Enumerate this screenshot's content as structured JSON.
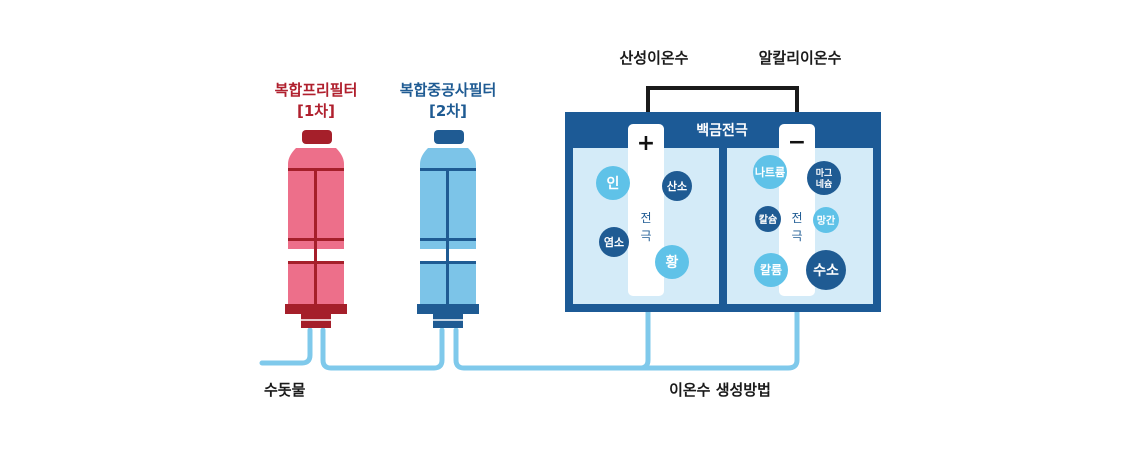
{
  "filters": {
    "first": {
      "name": "복합프리필터",
      "stage": "[1차]"
    },
    "second": {
      "name": "복합중공사필터",
      "stage": "[2차]"
    }
  },
  "tank": {
    "top_label": "백금전극",
    "acid_label": "산성이온수",
    "alkaline_label": "알칼리이온수",
    "plus_sign": "+",
    "minus_sign": "−",
    "electrode_label": [
      "전",
      "극"
    ]
  },
  "left_ions": [
    "인",
    "산소",
    "염소",
    "황"
  ],
  "right_ions": [
    "나트륨",
    "마그\n네슘",
    "칼슘",
    "망간",
    "칼륨",
    "수소"
  ],
  "bottom": {
    "tap_water": "수돗물",
    "caption": "이온수 생성방법"
  },
  "colors": {
    "red_filter": "#ed6f8a",
    "red_dark": "#a51f2a",
    "blue_filter": "#7cc4e8",
    "blue_dark": "#1f5b93",
    "tank_blue": "#1c5a96",
    "water": "#d4ebf8",
    "pipe": "#7fc9eb",
    "ion_light": "#5fc2e8",
    "ion_dark": "#1f5b93"
  }
}
